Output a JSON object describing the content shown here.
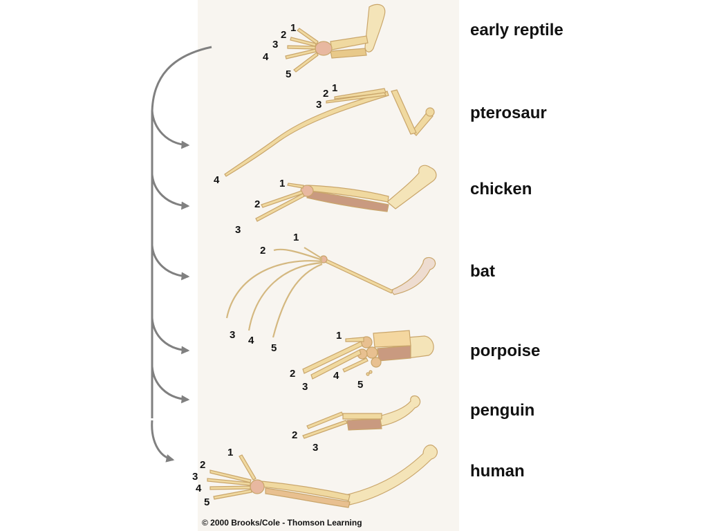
{
  "labels": {
    "early_reptile": "early reptile",
    "pterosaur": "pterosaur",
    "chicken": "chicken",
    "bat": "bat",
    "porpoise": "porpoise",
    "penguin": "penguin",
    "human": "human"
  },
  "digits": {
    "early_reptile": [
      "1",
      "2",
      "3",
      "4",
      "5"
    ],
    "pterosaur": [
      "1",
      "2",
      "3",
      "4"
    ],
    "chicken": [
      "1",
      "2",
      "3"
    ],
    "bat": [
      "1",
      "2",
      "3",
      "4",
      "5"
    ],
    "porpoise": [
      "1",
      "2",
      "3",
      "4",
      "5"
    ],
    "penguin": [
      "2",
      "3"
    ],
    "human": [
      "1",
      "2",
      "3",
      "4",
      "5"
    ]
  },
  "credit": "© 2000 Brooks/Cole - Thomson Learning",
  "colors": {
    "bone": "#f0d9a0",
    "bone_outline": "#c9a56a",
    "bone_dark": "#c99a80",
    "carpal": "#e8b8a0",
    "arrow": "#808080",
    "panel": "#f8f5f0"
  }
}
